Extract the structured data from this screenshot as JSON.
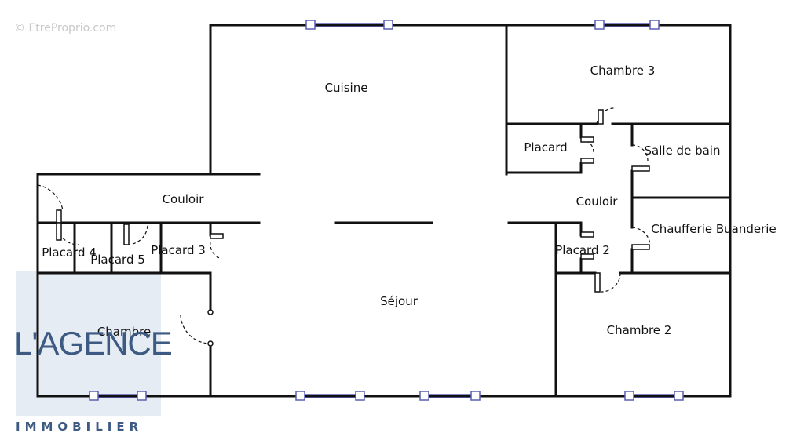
{
  "watermark": "© EtreProprio.com",
  "rooms": {
    "cuisine": "Cuisine",
    "chambre3": "Chambre 3",
    "placard": "Placard",
    "salle_de_bain": "Salle de bain",
    "couloir_left": "Couloir",
    "couloir_right": "Couloir",
    "chaufferie": "Chaufferie Buanderie",
    "placard4": "Placard 4",
    "placard5": "Placard 5",
    "placard3": "Placard 3",
    "placard2": "Placard 2",
    "sejour": "Séjour",
    "chambre_left": "Chambre",
    "chambre2": "Chambre 2"
  },
  "logo": {
    "main": "L'AGENCE",
    "sub": "IMMOBILIER"
  },
  "colors": {
    "wall": "#111111",
    "window": "#5a5fb0",
    "logo": "#3c5a82",
    "logo_overlay": "#b8c8dc"
  }
}
